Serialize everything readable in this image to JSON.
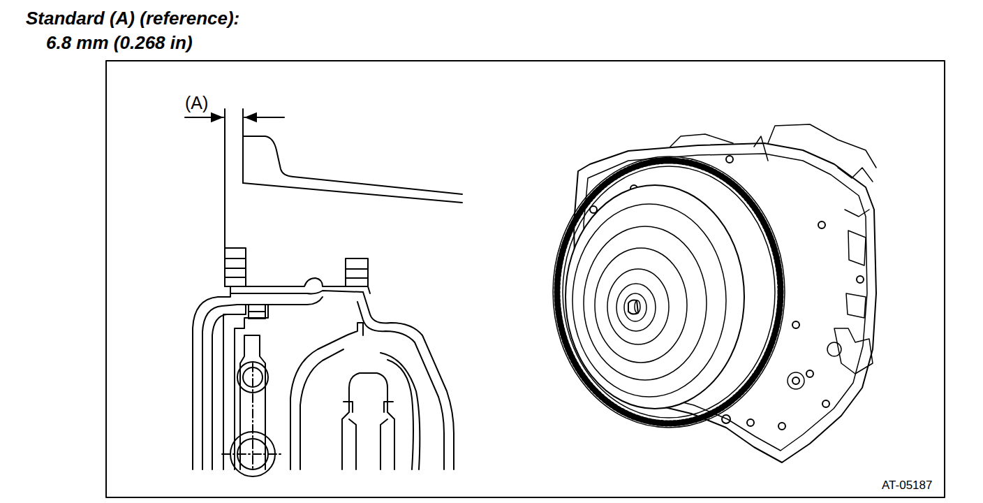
{
  "diagram": {
    "title": "Standard (A) (reference):",
    "labels": [
      "6.8 mm (0.268 in)",
      "(A)",
      "AT-05187"
    ]
  }
}
